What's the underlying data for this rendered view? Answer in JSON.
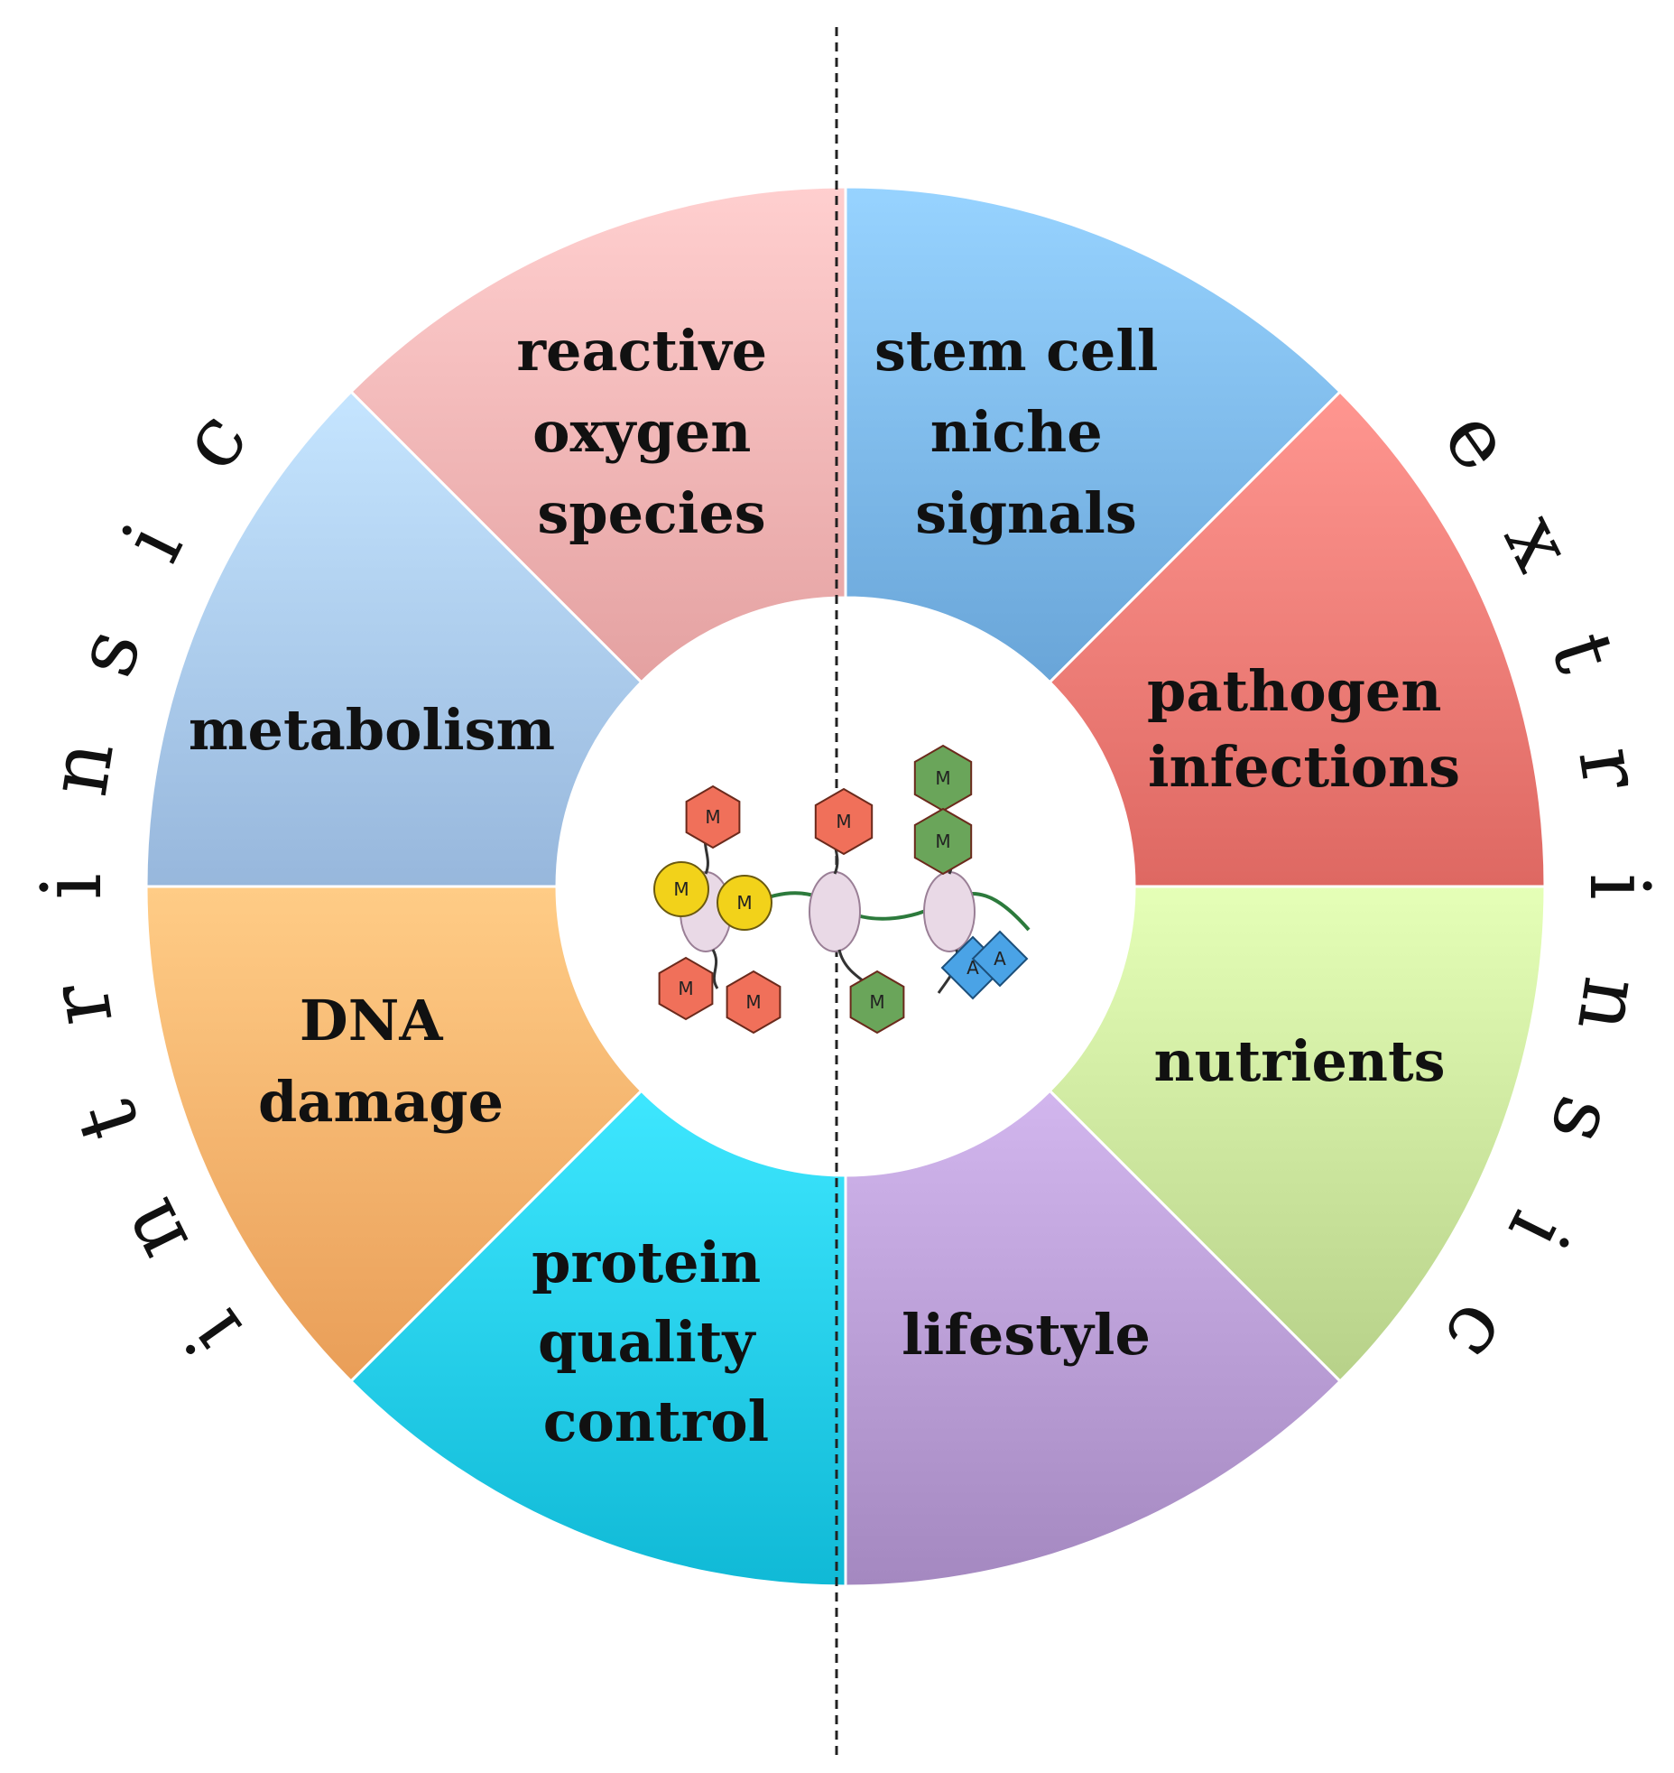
{
  "side_labels": {
    "left": "intrinsic",
    "right": "extrinsic"
  },
  "segments": [
    {
      "id": "reactive-oxygen-species",
      "side": "intrinsic",
      "lines": [
        "reactive",
        "oxygen",
        "species"
      ],
      "color": "#f6b3b3"
    },
    {
      "id": "metabolism",
      "side": "intrinsic",
      "lines": [
        "metabolism"
      ],
      "color": "#a9c9ee"
    },
    {
      "id": "dna-damage",
      "side": "intrinsic",
      "lines": [
        "DNA",
        "damage"
      ],
      "color": "#fbb06a"
    },
    {
      "id": "protein-quality-control",
      "side": "intrinsic",
      "lines": [
        "protein",
        "quality",
        "control"
      ],
      "color": "#22cbe8"
    },
    {
      "id": "stem-cell-niche-signals",
      "side": "extrinsic",
      "lines": [
        "stem cell",
        "niche",
        "signals"
      ],
      "color": "#7bb7ea"
    },
    {
      "id": "pathogen-infections",
      "side": "extrinsic",
      "lines": [
        "pathogen",
        "infections"
      ],
      "color": "#f07a74"
    },
    {
      "id": "nutrients",
      "side": "extrinsic",
      "lines": [
        "nutrients"
      ],
      "color": "#c9e39b"
    },
    {
      "id": "lifestyle",
      "side": "extrinsic",
      "lines": [
        "lifestyle"
      ],
      "color": "#b69ad2"
    }
  ],
  "center_marks": {
    "methyl": "M",
    "acetyl": "A",
    "colors": {
      "red": "#f0705a",
      "yellow": "#f2d21a",
      "green": "#6aa55a",
      "blue": "#4aa3e6"
    }
  }
}
